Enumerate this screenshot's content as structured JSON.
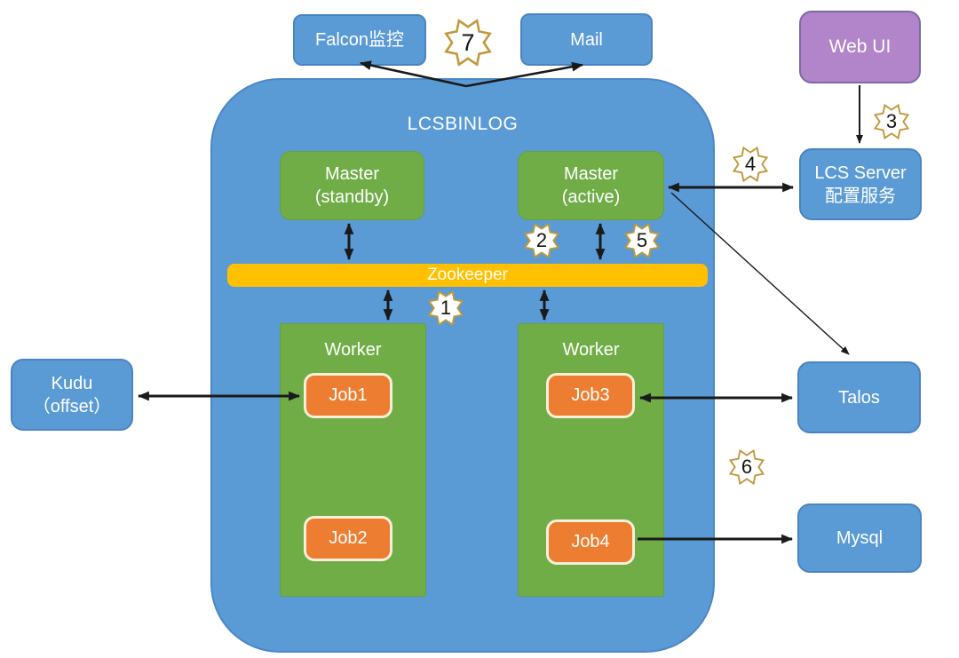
{
  "diagram": {
    "container": {
      "title": "LCSBINLOG"
    },
    "internal": {
      "master_standby": {
        "line1": "Master",
        "line2": "(standby)"
      },
      "master_active": {
        "line1": "Master",
        "line2": "(active)"
      },
      "zookeeper": {
        "label": "Zookeeper"
      },
      "worker_left": {
        "label": "Worker",
        "jobs": [
          "Job1",
          "Job2"
        ]
      },
      "worker_right": {
        "label": "Worker",
        "jobs": [
          "Job3",
          "Job4"
        ]
      }
    },
    "external": {
      "falcon": {
        "label": "Falcon监控"
      },
      "mail": {
        "label": "Mail"
      },
      "webui": {
        "label": "Web UI"
      },
      "lcs_server": {
        "line1": "LCS Server",
        "line2": "配置服务"
      },
      "kudu": {
        "line1": "Kudu",
        "line2": "（offset）"
      },
      "talos": {
        "label": "Talos"
      },
      "mysql": {
        "label": "Mysql"
      }
    },
    "badges": {
      "b1": "1",
      "b2": "2",
      "b3": "3",
      "b4": "4",
      "b5": "5",
      "b6": "6",
      "b7": "7"
    },
    "colors": {
      "box_blue": "#5B9BD5",
      "box_green": "#70AD47",
      "box_orange": "#ED7D31",
      "bar_yellow": "#FFC000",
      "box_purple": "#B284C9",
      "badge_outline": "#C0973B",
      "arrow_black": "#1A1A1A",
      "text_white": "#FFFFFF"
    }
  }
}
